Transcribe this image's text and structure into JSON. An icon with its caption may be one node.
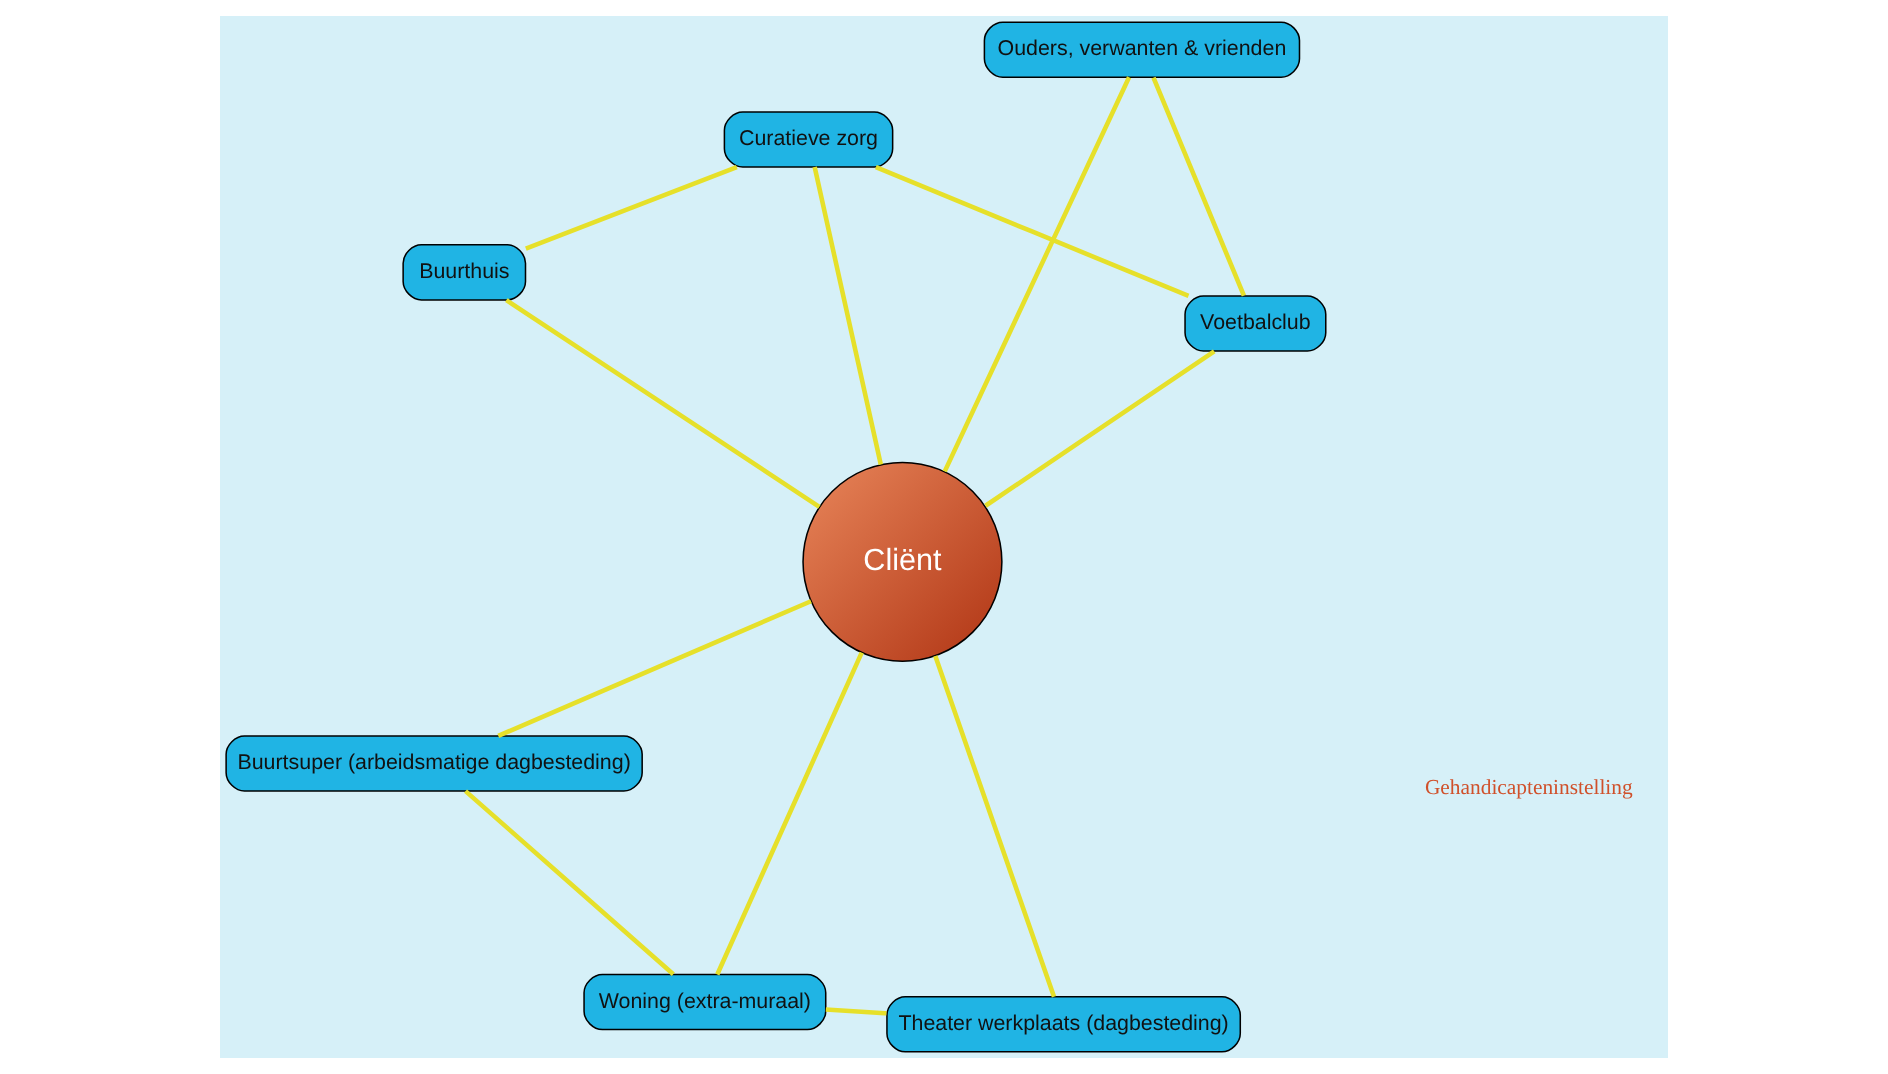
{
  "diagram": {
    "nodes": [
      {
        "text": [
          "Cliënt"
        ]
      },
      {
        "text": [
          "Voetbalclub"
        ]
      },
      {
        "text": [
          "Buurthuis"
        ]
      },
      {
        "text": [
          "Curatieve zorg"
        ]
      },
      {
        "text": [
          "Ouders, verwanten & vrienden"
        ]
      },
      {
        "text": [
          "Woning (extra-muraal)"
        ]
      },
      {
        "text": [
          "Buurtsuper (arbeidsmatige dagbesteding)"
        ]
      },
      {
        "text": [
          "Theater werkplaats (dagbesteding)"
        ]
      }
    ],
    "edges": [
      {
        "from": 1,
        "to": 0,
        "arrow": "none"
      },
      {
        "from": 1,
        "to": 4,
        "arrow": "none"
      },
      {
        "from": 1,
        "to": 3,
        "arrow": "none"
      },
      {
        "from": 2,
        "to": 0,
        "arrow": "none"
      },
      {
        "from": 2,
        "to": 3,
        "arrow": "none"
      },
      {
        "from": 0,
        "to": 3,
        "arrow": "none"
      },
      {
        "from": 4,
        "to": 0,
        "arrow": "none"
      },
      {
        "from": 5,
        "to": 0,
        "arrow": "none"
      },
      {
        "from": 5,
        "to": 6,
        "arrow": "none"
      },
      {
        "from": 5,
        "to": 7,
        "arrow": "none"
      },
      {
        "from": 6,
        "to": 0,
        "arrow": "none"
      },
      {
        "from": 7,
        "to": 0,
        "arrow": "none"
      }
    ],
    "labels": [
      "Gehandicapteninstelling"
    ]
  }
}
